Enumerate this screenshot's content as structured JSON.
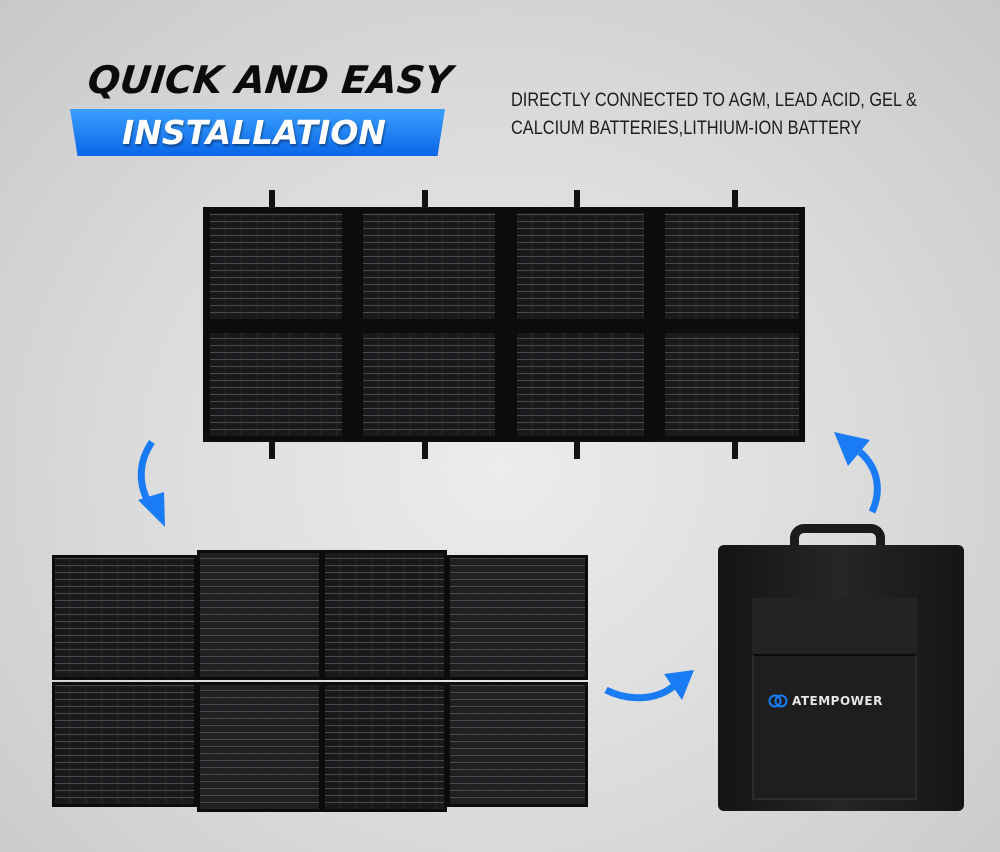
{
  "headline": {
    "line1": "QUICK AND EASY",
    "line2": "INSTALLATION"
  },
  "description": {
    "line1": "DIRECTLY CONNECTED TO AGM, LEAD ACID, GEL &",
    "line2": "CALCIUM BATTERIES,LITHIUM-ION BATTERY"
  },
  "brand": {
    "logo_text": "ATEMPOWER"
  },
  "colors": {
    "accent": "#1a7cf5",
    "panel": "#1a1a1c",
    "background": "#dadada"
  }
}
